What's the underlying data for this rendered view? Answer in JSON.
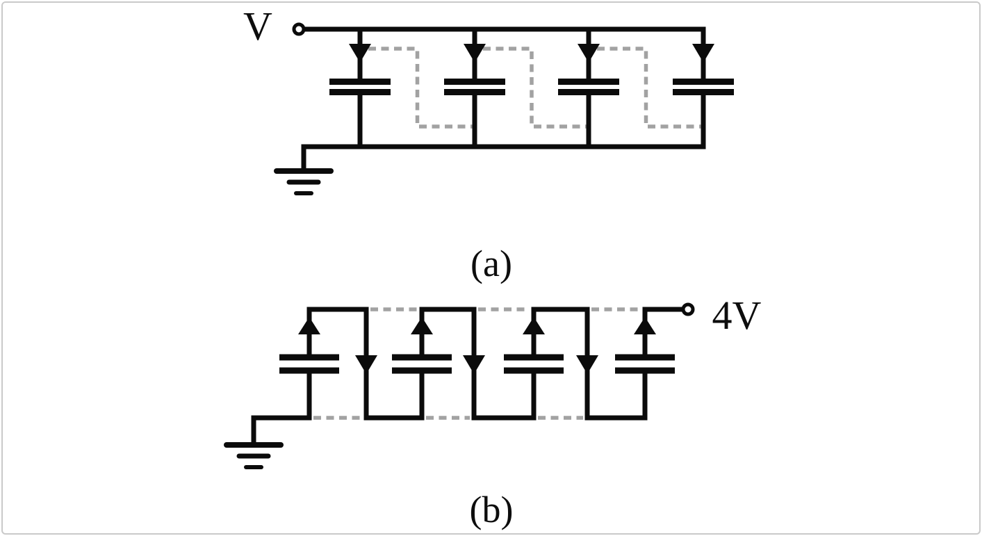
{
  "page": {
    "background": "#ffffff",
    "frame_border_color": "#c9c9c9"
  },
  "colors": {
    "wire": "#0b0b0b",
    "dashed_wire": "#a2a2a2",
    "label_text": "#0d0d0d",
    "terminal_fill": "#ffffff"
  },
  "figure": {
    "type": "capacitor-charge-pump-circuit",
    "circuits": [
      {
        "id": "a",
        "caption": "(a)",
        "terminal_label": "V",
        "terminal_side": "left",
        "capacitor_count": 4,
        "arrow_direction": "down",
        "dashed_link_count": 3,
        "has_ground": true
      },
      {
        "id": "b",
        "caption": "(b)",
        "terminal_label": "4V",
        "terminal_side": "right",
        "capacitor_count": 4,
        "arrow_direction": "up",
        "dashed_link_count": 3,
        "has_ground": true
      }
    ]
  }
}
